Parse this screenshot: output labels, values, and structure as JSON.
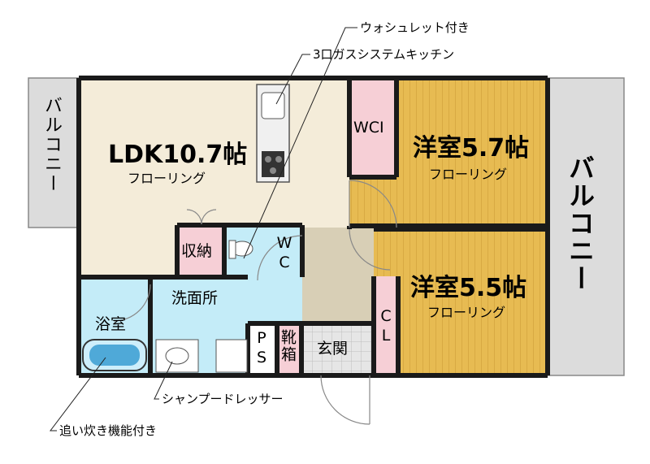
{
  "annotations": {
    "washlet": "ウォシュレット付き",
    "kitchen": "3口ガスシステムキッチン",
    "dresser": "シャンプードレッサー",
    "reheat": "追い炊き機能付き"
  },
  "rooms": {
    "ldk": {
      "name": "LDK10.7帖",
      "floor": "フローリング"
    },
    "western1": {
      "name": "洋室5.7帖",
      "floor": "フローリング"
    },
    "western2": {
      "name": "洋室5.5帖",
      "floor": "フローリング"
    },
    "wci": "WCI",
    "storage": "収納",
    "wc": "WC",
    "washroom": "洗面所",
    "bath": "浴室",
    "ps": "PS",
    "shoebox": "靴箱",
    "entrance": "玄関",
    "cl": "CL"
  },
  "balconies": {
    "left": "バルコニー",
    "right": "バルコニー"
  },
  "colors": {
    "wood": "#e7bb52",
    "ldk_floor": "#f4ecd9",
    "water": "#c4ecf8",
    "closet": "#f6cfd6",
    "entrance": "#d8cfb6",
    "balcony": "#dcdcdc",
    "wall": "#1a1a1a"
  }
}
